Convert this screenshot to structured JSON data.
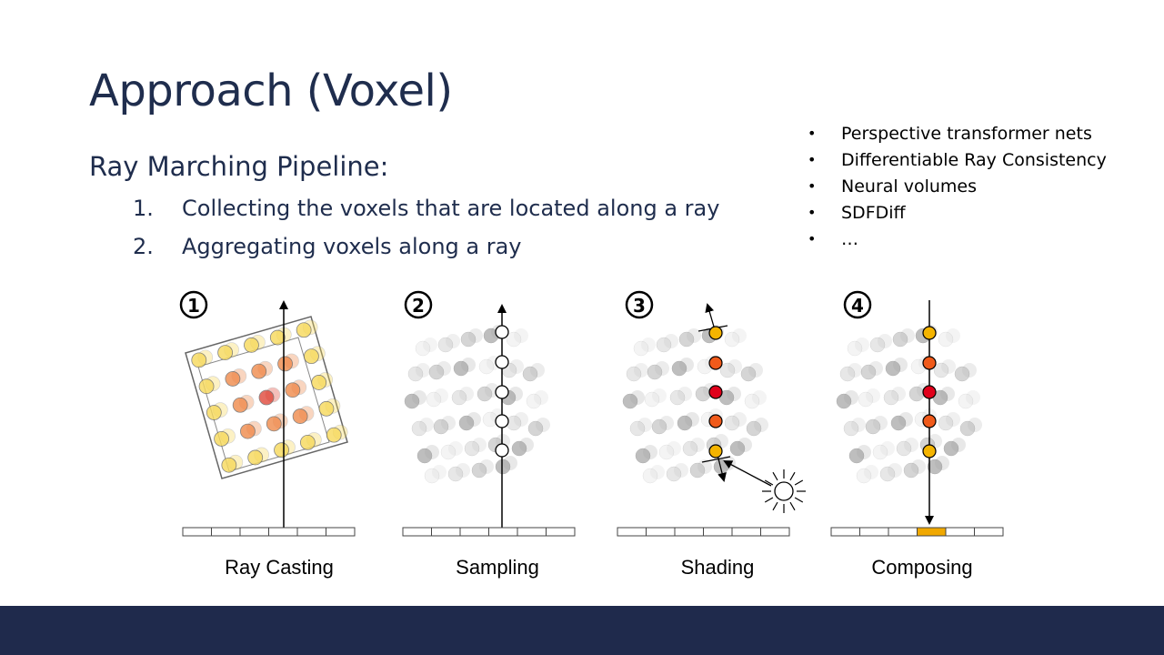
{
  "slide": {
    "title": "Approach (Voxel)"
  },
  "pipeline": {
    "heading": "Ray Marching Pipeline:",
    "steps": [
      {
        "num": "1.",
        "text": "Collecting the voxels that are located along a ray"
      },
      {
        "num": "2.",
        "text": "Aggregating voxels along a ray"
      }
    ]
  },
  "references": {
    "bullet": "•",
    "items": [
      "Perspective transformer nets",
      "Differentiable Ray Consistency",
      "Neural volumes",
      "SDFDiff",
      "…"
    ]
  },
  "figure": {
    "panels": [
      {
        "badge": "1",
        "caption": "Ray Casting"
      },
      {
        "badge": "2",
        "caption": "Sampling"
      },
      {
        "badge": "3",
        "caption": "Shading"
      },
      {
        "badge": "4",
        "caption": "Composing"
      }
    ]
  },
  "colors": {
    "title": "#1f2d4d",
    "footer": "#1f2a4c",
    "voxel_yellow": "#f7d95a",
    "voxel_orange": "#f08a4b",
    "voxel_red": "#e0483a",
    "sample_yellow": "#f4b400",
    "sample_orange": "#f05a1a",
    "sample_red": "#e0001b",
    "composed_pixel": "#f0a800"
  }
}
